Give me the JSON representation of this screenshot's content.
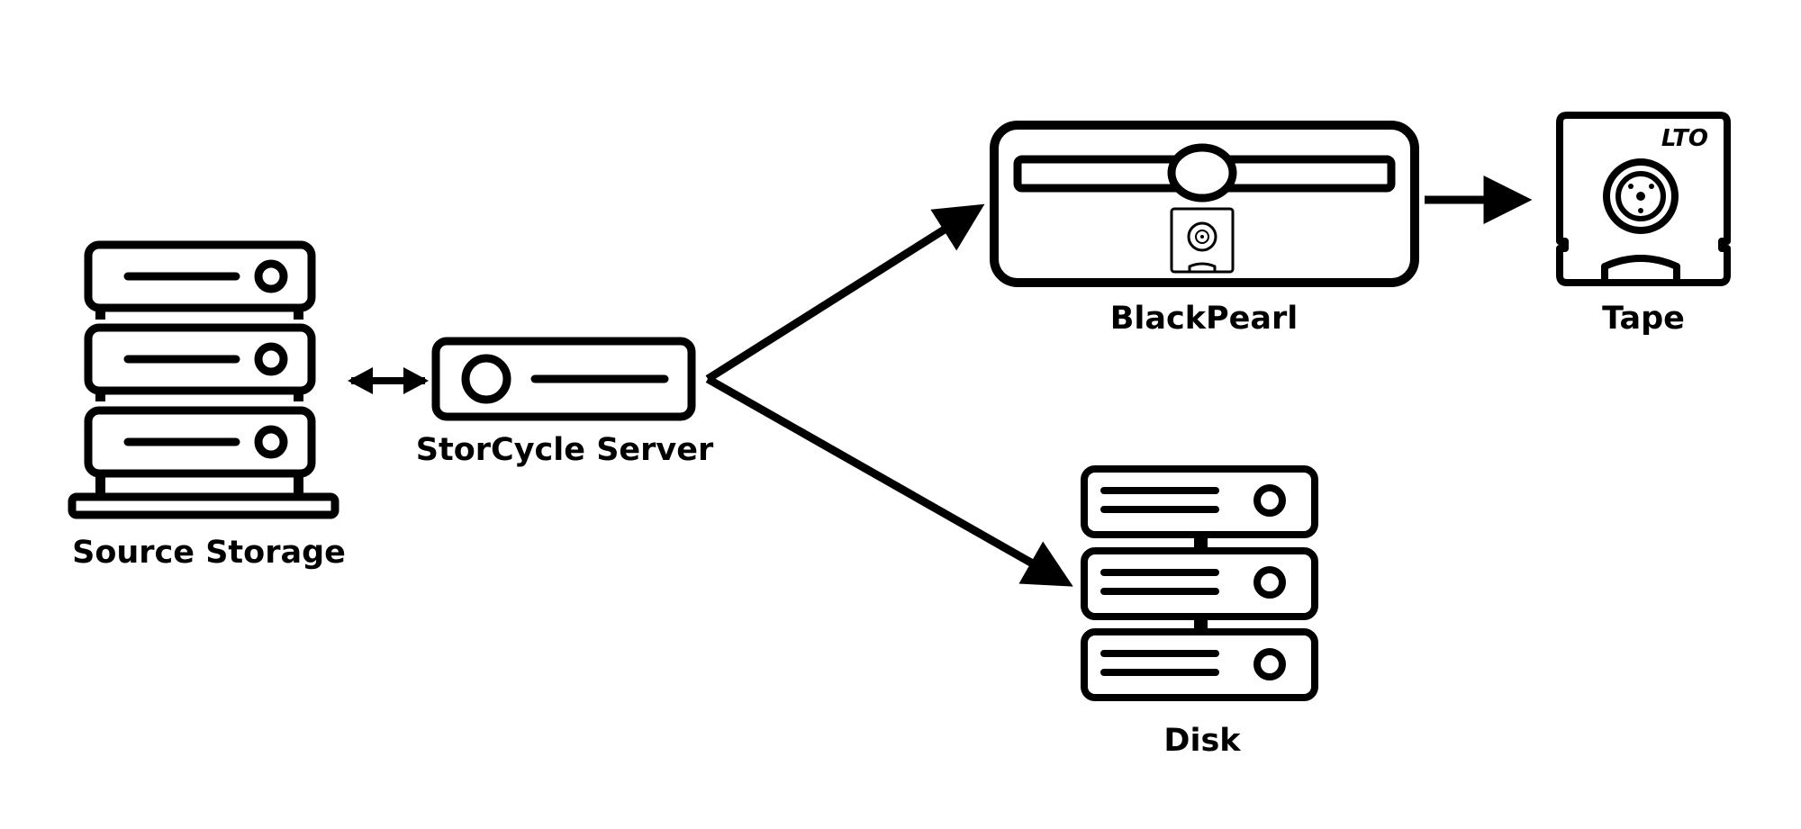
{
  "nodes": {
    "source_storage": {
      "label": "Source Storage",
      "icon": "server-rack-icon"
    },
    "storcycle_server": {
      "label": "StorCycle Server",
      "icon": "server-icon"
    },
    "blackpearl": {
      "label": "BlackPearl",
      "icon": "storage-appliance-icon"
    },
    "tape": {
      "label": "Tape",
      "icon": "lto-tape-cartridge-icon",
      "badge": "LTO"
    },
    "disk": {
      "label": "Disk",
      "icon": "disk-array-icon"
    }
  },
  "edges": [
    {
      "from": "source_storage",
      "to": "storcycle_server",
      "direction": "bidirectional"
    },
    {
      "from": "storcycle_server",
      "to": "blackpearl",
      "direction": "forward"
    },
    {
      "from": "storcycle_server",
      "to": "disk",
      "direction": "forward"
    },
    {
      "from": "blackpearl",
      "to": "tape",
      "direction": "forward"
    }
  ],
  "colors": {
    "stroke": "#000000",
    "background": "#ffffff"
  }
}
